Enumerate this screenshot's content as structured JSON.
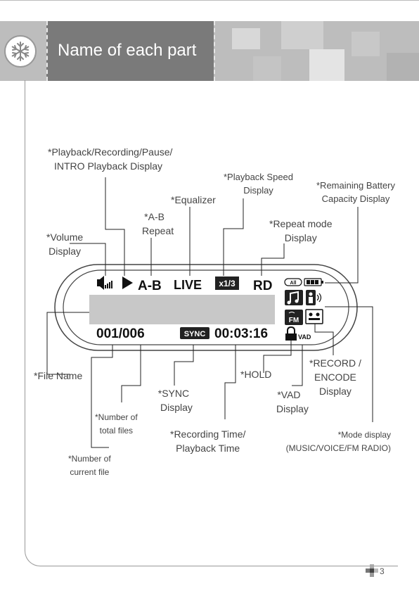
{
  "header": {
    "title": "Name of each part"
  },
  "lcd": {
    "ab": "A-B",
    "eq": "LIVE",
    "speed": "x1/3",
    "repeat": "RD",
    "repeat_icon": "All",
    "file_counter": "001/006",
    "sync": "SYNC",
    "time": "00:03:16",
    "vad": "VAD"
  },
  "labels": {
    "play": [
      "*Playback/Recording/Pause/",
      "INTRO Playback Display"
    ],
    "speed": [
      "*Playback Speed",
      "Display"
    ],
    "battery": [
      "*Remaining Battery",
      "Capacity Display"
    ],
    "equalizer": [
      "*Equalizer"
    ],
    "ab": [
      "*A-B",
      "Repeat"
    ],
    "repeat_mode": [
      "*Repeat mode",
      "Display"
    ],
    "volume": [
      "*Volume",
      "Display"
    ],
    "file_name": [
      "*File Name"
    ],
    "hold": [
      "*HOLD"
    ],
    "record": [
      "*RECORD /",
      "ENCODE",
      "Display"
    ],
    "sync": [
      "*SYNC",
      "Display"
    ],
    "vad": [
      "*VAD",
      "Display"
    ],
    "total": [
      "*Number of",
      "total files"
    ],
    "rec_time": [
      "*Recording Time/",
      "Playback Time"
    ],
    "mode": [
      "*Mode display",
      "(MUSIC/VOICE/FM RADIO)"
    ],
    "current": [
      "*Number of",
      "current file"
    ]
  },
  "footer": {
    "page_number": "3"
  }
}
